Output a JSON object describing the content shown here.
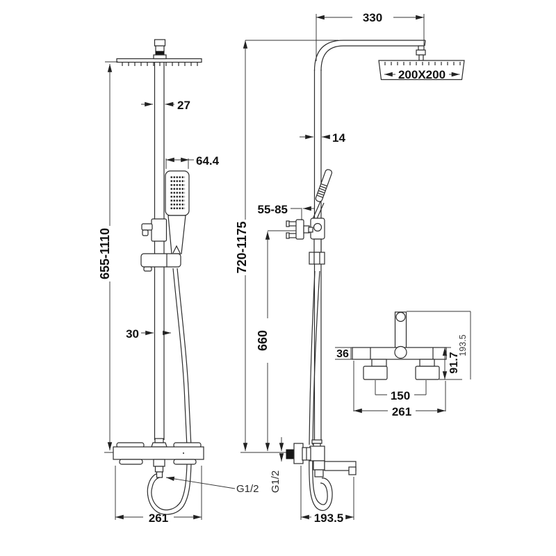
{
  "meta": {
    "title": "Thermostatic bath shower column technical drawing",
    "background": "#ffffff",
    "line_color": "#2b2b2b"
  },
  "dimensions": {
    "arm_length": "330",
    "head_size": "200X200",
    "head_connector_width": "27",
    "handset_width": "64.4",
    "pipe_diameter": "14",
    "wall_bracket_range": "55-85",
    "left_height_range": "655-1110",
    "overall_height_range": "720-1175",
    "riser_length": "660",
    "rail_offset": "30",
    "valve_body_height": "36",
    "valve_total_height": "193.5",
    "outlet_height": "91.7",
    "inlet_centres": "150",
    "valve_body_width": "261",
    "thread_left": "G1/2",
    "thread_front": "G1/2",
    "mixer_width": "261",
    "spout_reach": "193.5"
  }
}
